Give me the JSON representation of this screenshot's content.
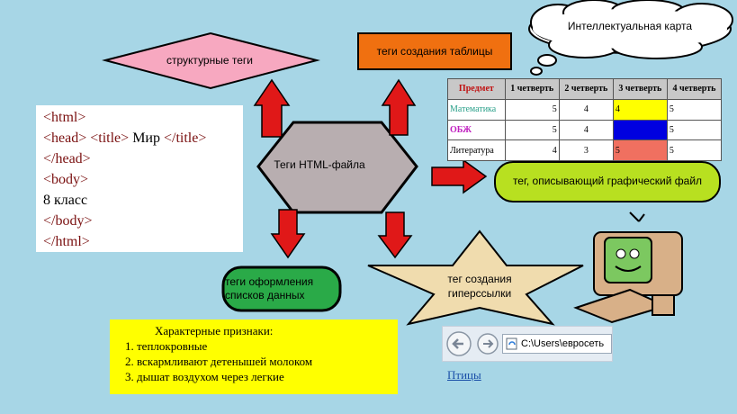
{
  "code_block": {
    "lines": [
      {
        "a": "<html>",
        "b": ""
      },
      {
        "a": "<head> <title>",
        "b": " Мир "
      },
      {
        "a": "</head>",
        "b": ""
      },
      {
        "a": "<body>",
        "b": ""
      },
      {
        "a": "",
        "b": " 8 класс"
      },
      {
        "a": "</body>",
        "b": ""
      },
      {
        "a": "</html>",
        "b": ""
      }
    ],
    "title_close": "</title>"
  },
  "center": {
    "label": "Теги HTML-файла"
  },
  "nodes": {
    "structural": "структурные теги",
    "table_tags": "теги создания таблицы",
    "graphic": "тег, описывающий графический файл",
    "lists": "теги оформления списков данных",
    "hyperlink": "тег создания гиперссылки",
    "mind_map": "Интеллектуальная карта"
  },
  "table": {
    "headers": [
      "Предмет",
      "1 четверть",
      "2 четверть",
      "3 четверть",
      "4 четверть"
    ],
    "rows": [
      {
        "name": "Математика",
        "name_color": "#2aa08a",
        "v": [
          "5",
          "4",
          "4",
          "5"
        ],
        "c3": "#ffff00"
      },
      {
        "name": "ОБЖ",
        "name_color": "#c020c0",
        "v": [
          "5",
          "4",
          "",
          "5"
        ],
        "c3": "#0000e0"
      },
      {
        "name": "Литература",
        "name_color": "#000000",
        "v": [
          "4",
          "3",
          "5",
          "5"
        ],
        "c3": "#f07060"
      }
    ]
  },
  "list_box": {
    "header": "Характерные признаки:",
    "items": [
      "теплокровные",
      "вскармливают детенышей молоком",
      "дышат воздухом через легкие"
    ]
  },
  "browser": {
    "address": "C:\\Users\\евросеть"
  },
  "link": {
    "text": "Птицы"
  },
  "colors": {
    "background": "#a7d6e6",
    "diamond": "#f7a8c0",
    "orange": "#f07010",
    "hexagon": "#b8aeb0",
    "green": "#2aaa48",
    "lime": "#b8e020",
    "star": "#f0dcae",
    "arrow": "#e01818"
  }
}
